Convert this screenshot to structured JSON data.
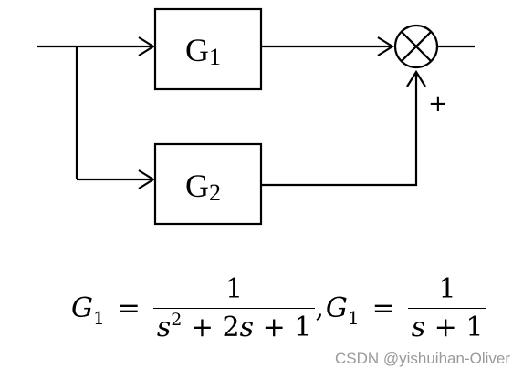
{
  "diagram": {
    "blocks": [
      {
        "id": "g1",
        "base": "G",
        "sub": "1"
      },
      {
        "id": "g2",
        "base": "G",
        "sub": "2"
      }
    ],
    "summing_junction": {
      "symbol": "⊗",
      "input_sign": "+"
    }
  },
  "formula": {
    "lhs1": {
      "base": "G",
      "sub": "1"
    },
    "eq": "=",
    "frac1": {
      "num": "1",
      "den_a": "s",
      "den_exp": "2",
      "den_b": " + 2s + 1"
    },
    "comma": ",",
    "lhs2": {
      "base": "G",
      "sub": "1"
    },
    "frac2": {
      "num": "1",
      "den": "s + 1"
    }
  },
  "watermark": "CSDN @yishuihan-Oliver"
}
